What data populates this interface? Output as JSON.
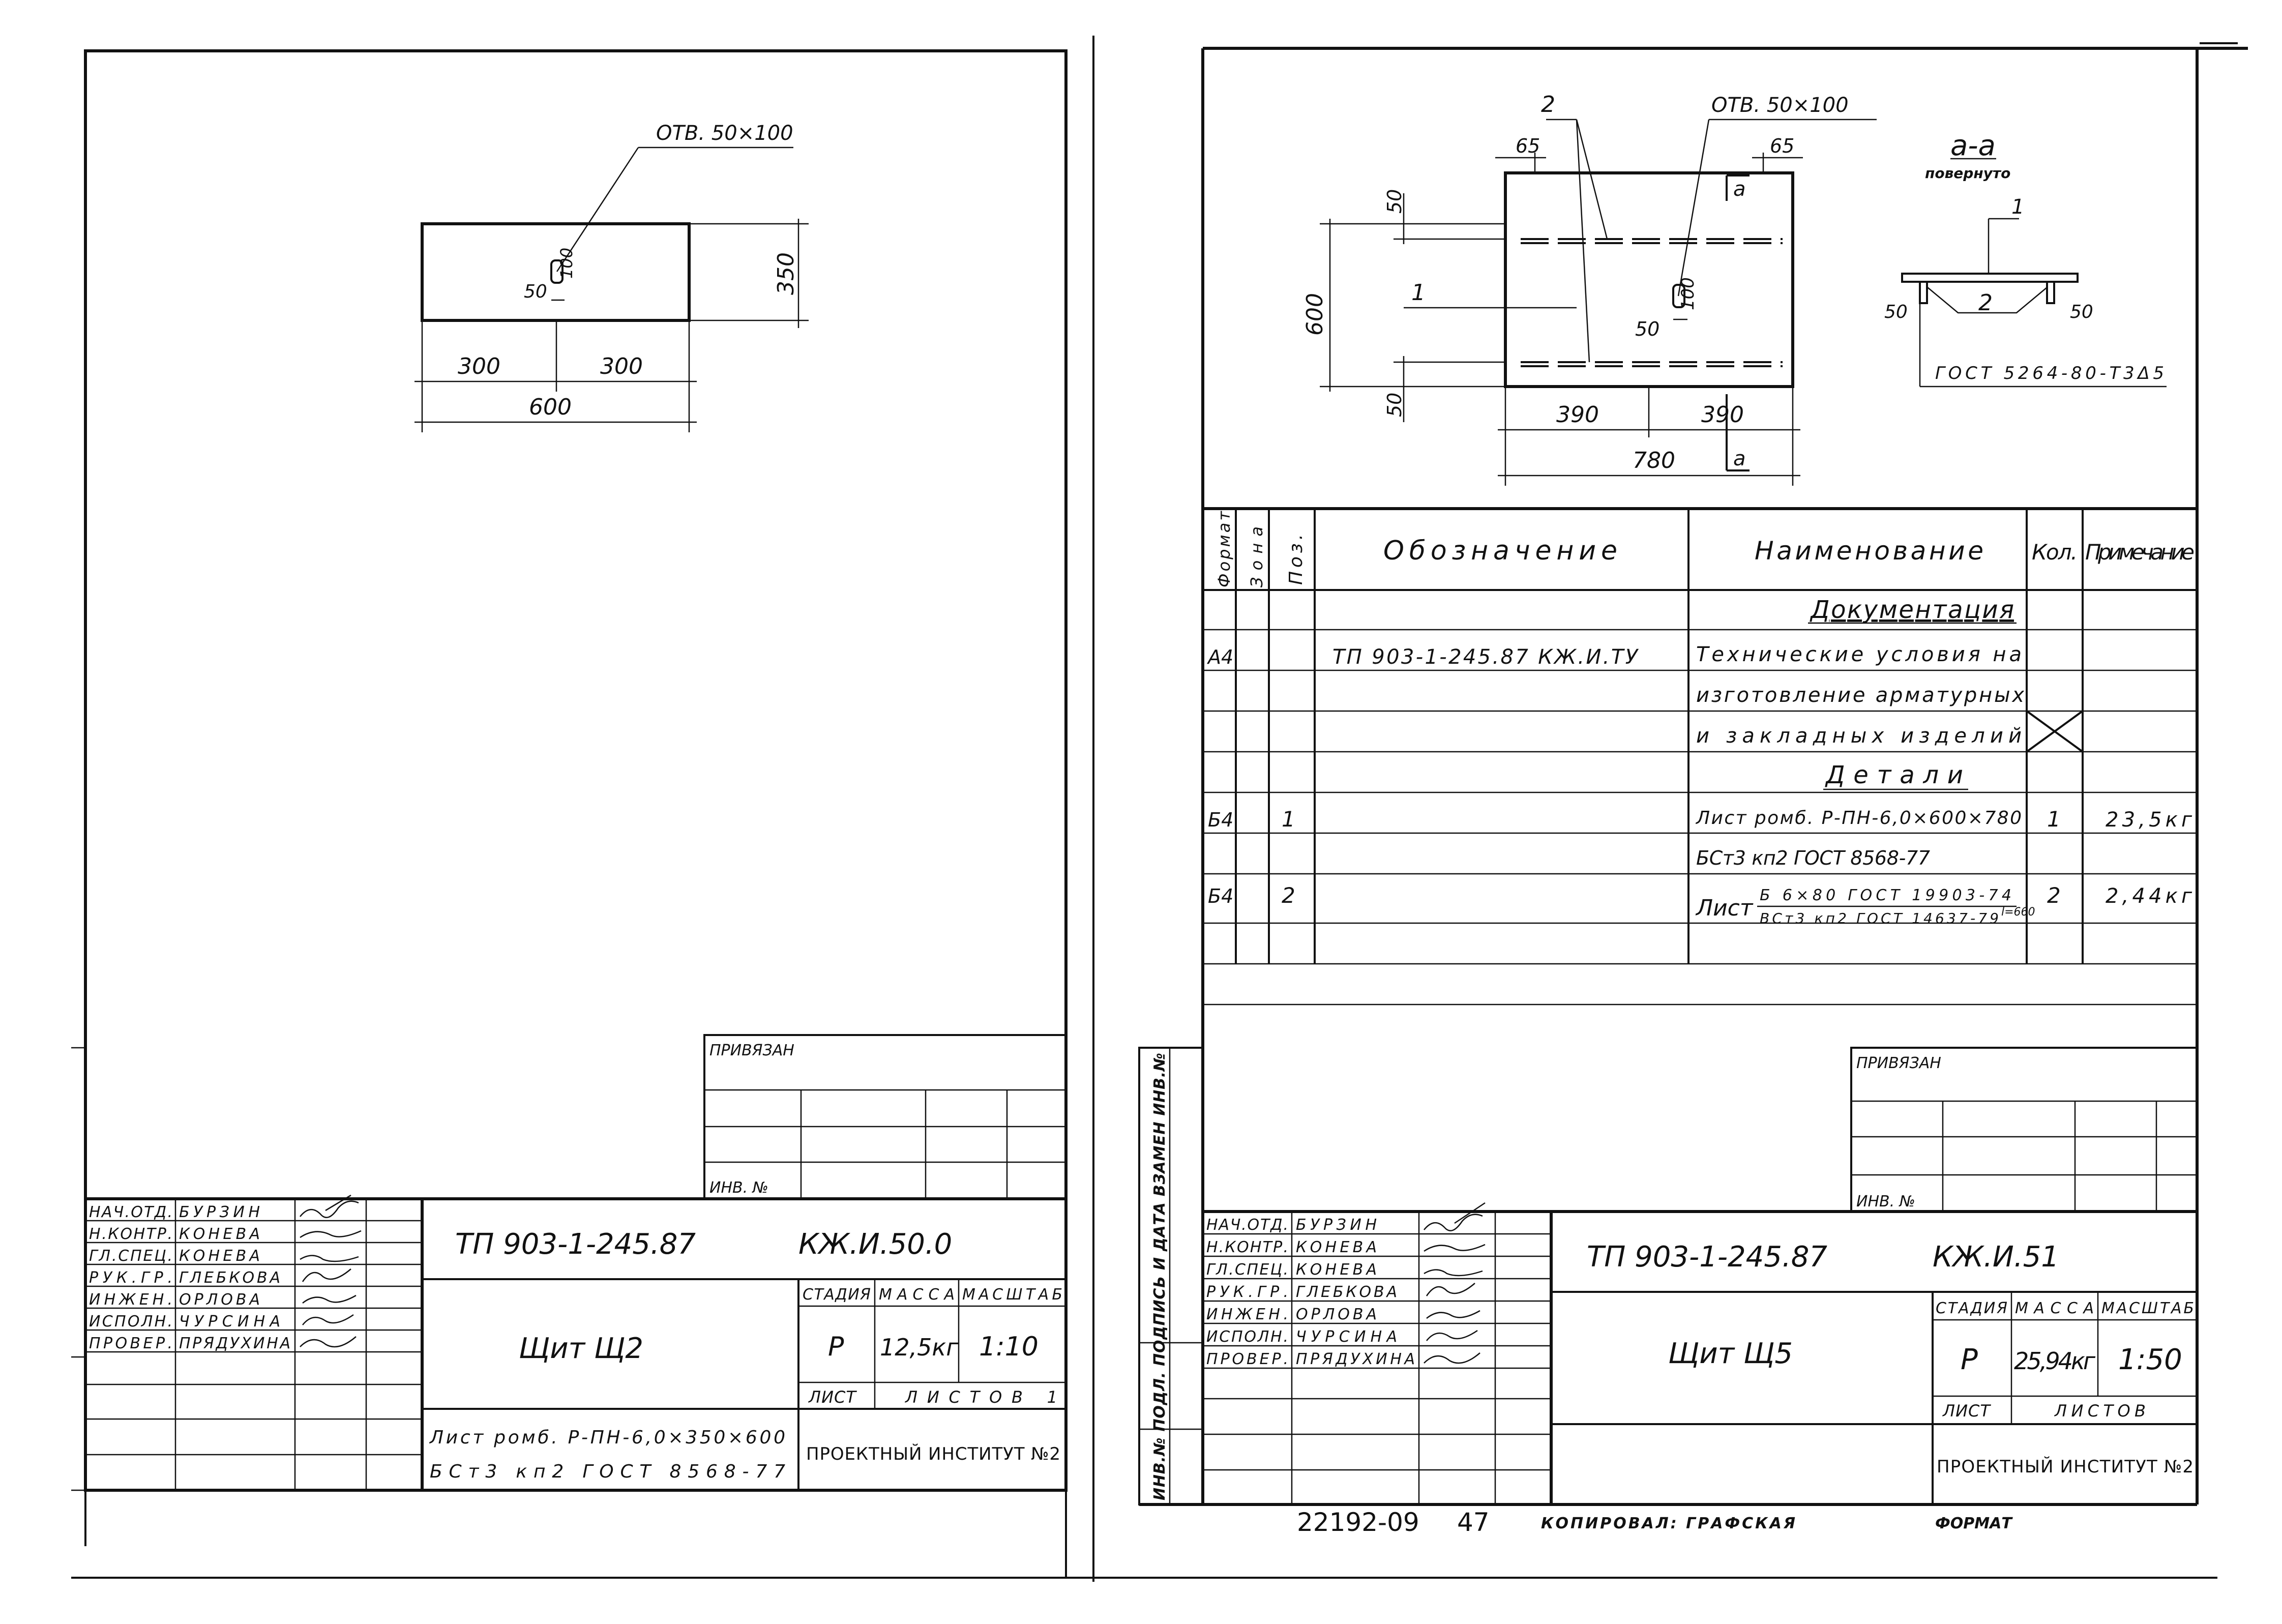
{
  "left_sheet": {
    "drawing": {
      "hole_callout": "ОТВ. 50×100",
      "dim_width": "600",
      "dim_left_half": "300",
      "dim_right_half": "300",
      "dim_height": "350",
      "dim_hole_w": "50",
      "dim_hole_h": "100"
    },
    "privyazan": "ПРИВЯЗАН",
    "inv": "ИНВ. №",
    "personnel": [
      {
        "role": "НАЧ.ОТД.",
        "name": "БУРЗИН"
      },
      {
        "role": "Н.КОНТР.",
        "name": "КОНЕВА"
      },
      {
        "role": "ГЛ.СПЕЦ.",
        "name": "КОНЕВА"
      },
      {
        "role": "РУК.ГР.",
        "name": "ГЛЕБКОВА"
      },
      {
        "role": "ИНЖЕН.",
        "name": "ОРЛОВА"
      },
      {
        "role": "ИСПОЛН.",
        "name": "ЧУРСИНА"
      },
      {
        "role": "ПРОВЕР.",
        "name": "ПРЯДУХИНА"
      }
    ],
    "doc_number": "ТП 903-1-245.87",
    "doc_code": "КЖ.И.50.0",
    "title": "Щит Щ2",
    "stage_h": "СТАДИЯ",
    "mass_h": "МАССА",
    "scale_h": "МАСШТАБ",
    "stage": "Р",
    "mass": "12,5кг",
    "scale": "1:10",
    "sheet_h": "ЛИСТ",
    "sheets_h": "ЛИСТОВ 1",
    "material_1": "Лист ромб. Р-ПН-6,0×350×600",
    "material_2": "БСт3 кп2 ГОСТ 8568-77",
    "institute": "ПРОЕКТНЫЙ ИНСТИТУТ №2"
  },
  "right_sheet": {
    "drawing": {
      "hole_callout": "ОТВ. 50×100",
      "pos_1": "1",
      "pos_2": "2",
      "dim_65_left": "65",
      "dim_65_right": "65",
      "dim_50_top": "50",
      "dim_50_bottom": "50",
      "dim_600": "600",
      "dim_390_left": "390",
      "dim_390_right": "390",
      "dim_780": "780",
      "dim_hole_w": "50",
      "dim_hole_h": "100",
      "section_mark": "а",
      "section_title": "а-а",
      "section_sub": "повернуто",
      "sec_pos_1": "1",
      "sec_pos_2": "2",
      "sec_dim_left": "50",
      "sec_dim_right": "50",
      "sec_gost": "ГОСТ 5264-80-Т3Δ5"
    },
    "spec_headers": {
      "format": "Формат",
      "zone": "Зона",
      "pos": "Поз.",
      "designation": "Обозначение",
      "name": "Наименование",
      "qty": "Кол.",
      "note": "Примечание"
    },
    "spec_rows": {
      "section_docs": "Документация",
      "doc_format": "А4",
      "doc_designation": "ТП 903-1-245.87 КЖ.И.ТУ",
      "doc_name_1": "Технические условия на",
      "doc_name_2": "изготовление арматурных",
      "doc_name_3": "и закладных изделий",
      "section_parts": "Детали",
      "p1_format": "Б4",
      "p1_pos": "1",
      "p1_name_1": "Лист ромб. Р-ПН-6,0×600×780",
      "p1_name_2": "БСт3 кп2 ГОСТ 8568-77",
      "p1_qty": "1",
      "p1_note": "23,5кг",
      "p2_format": "Б4",
      "p2_pos": "2",
      "p2_name_prefix": "Лист",
      "p2_name_top": "Б 6×80 ГОСТ 19903-74",
      "p2_name_bottom": "ВСт3 кп2 ГОСТ 14637-79",
      "p2_name_len": "l=660",
      "p2_qty": "2",
      "p2_note": "2,44кг"
    },
    "side_label": "ИНВ.№ ПОДЛ.  ПОДПИСЬ И ДАТА  ВЗАМЕН ИНВ.№",
    "privyazan": "ПРИВЯЗАН",
    "inv": "ИНВ. №",
    "personnel": [
      {
        "role": "НАЧ.ОТД.",
        "name": "БУРЗИН"
      },
      {
        "role": "Н.КОНТР.",
        "name": "КОНЕВА"
      },
      {
        "role": "ГЛ.СПЕЦ.",
        "name": "КОНЕВА"
      },
      {
        "role": "РУК.ГР.",
        "name": "ГЛЕБКОВА"
      },
      {
        "role": "ИНЖЕН.",
        "name": "ОРЛОВА"
      },
      {
        "role": "ИСПОЛН.",
        "name": "ЧУРСИНА"
      },
      {
        "role": "ПРОВЕР.",
        "name": "ПРЯДУХИНА"
      }
    ],
    "doc_number": "ТП 903-1-245.87",
    "doc_code": "КЖ.И.51",
    "title": "Щит Щ5",
    "stage_h": "СТАДИЯ",
    "mass_h": "МАССА",
    "scale_h": "МАСШТАБ",
    "stage": "Р",
    "mass": "25,94кг",
    "scale": "1:50",
    "sheet_h": "ЛИСТ",
    "sheets_h": "ЛИСТОВ",
    "institute": "ПРОЕКТНЫЙ ИНСТИТУТ №2",
    "footer_number": "22192-09",
    "footer_page": "47",
    "footer_copied": "КОПИРОВАЛ: ГРАФСКАЯ",
    "footer_format": "ФОРМАТ"
  }
}
